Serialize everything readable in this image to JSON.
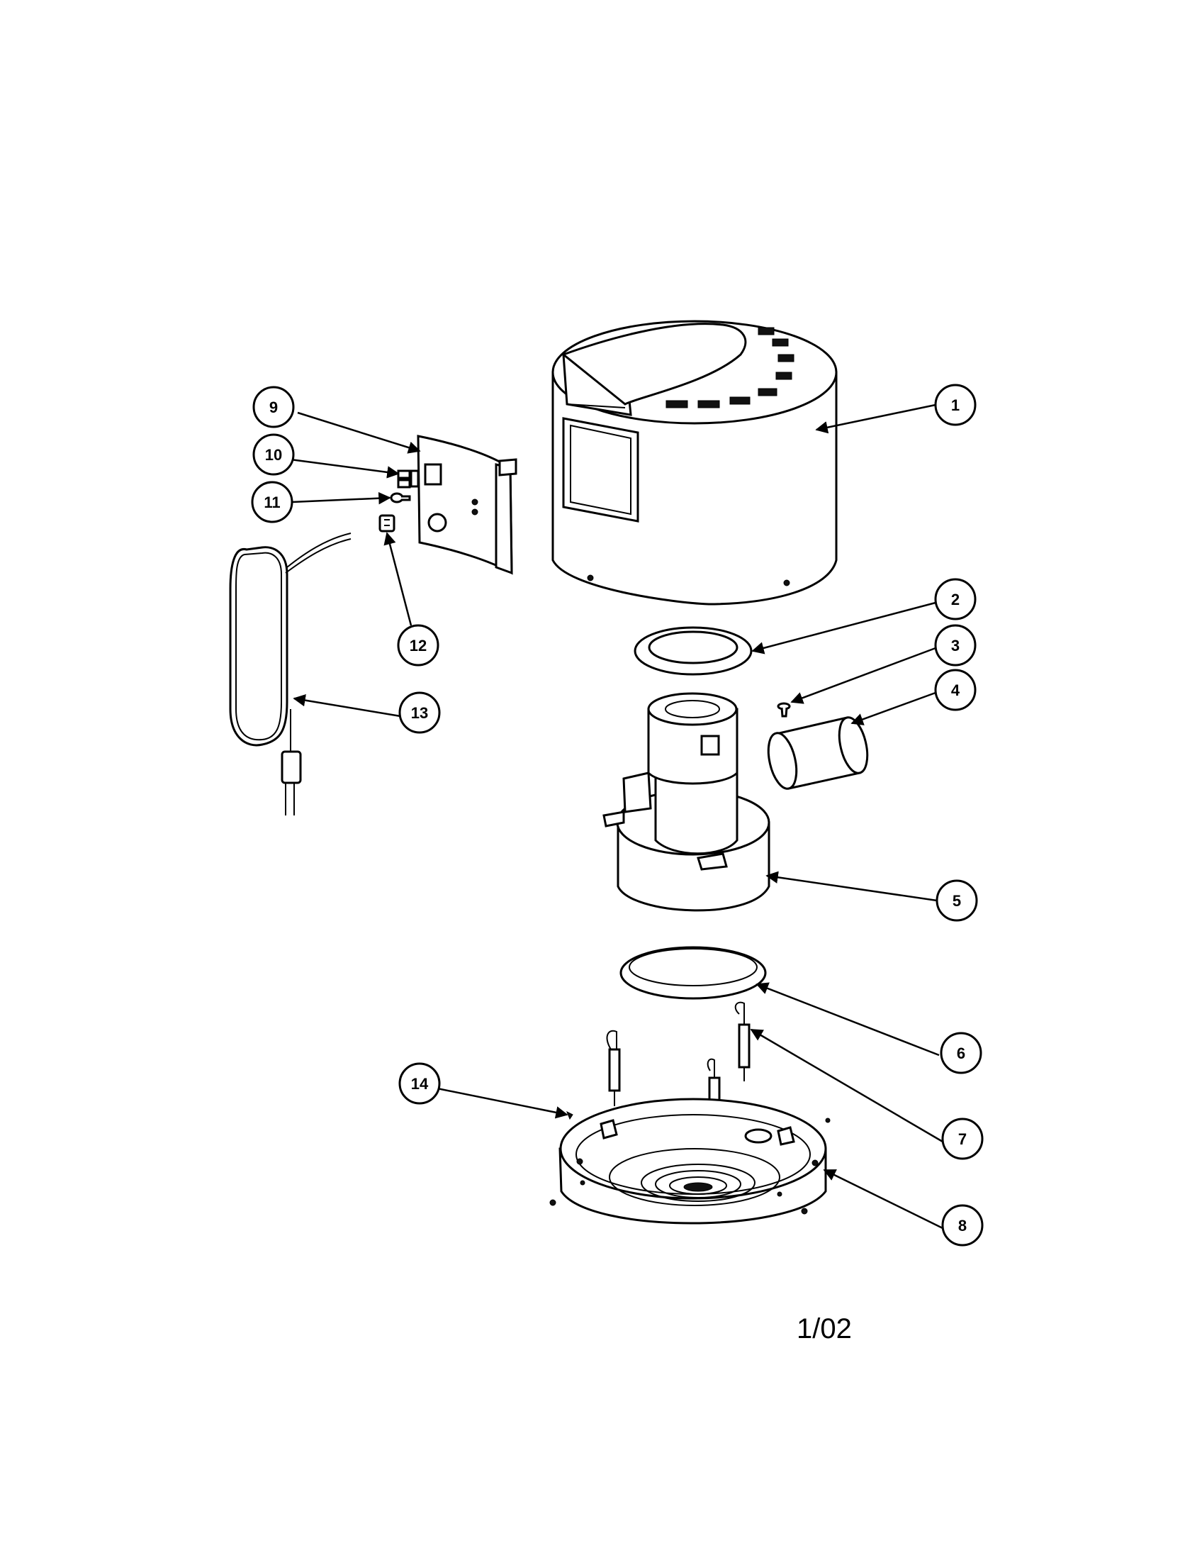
{
  "callouts": [
    {
      "label": "1"
    },
    {
      "label": "2"
    },
    {
      "label": "3"
    },
    {
      "label": "4"
    },
    {
      "label": "5"
    },
    {
      "label": "6"
    },
    {
      "label": "7"
    },
    {
      "label": "8"
    },
    {
      "label": "9"
    },
    {
      "label": "10"
    },
    {
      "label": "11"
    },
    {
      "label": "12"
    },
    {
      "label": "13"
    },
    {
      "label": "14"
    }
  ],
  "revision": "1/02"
}
